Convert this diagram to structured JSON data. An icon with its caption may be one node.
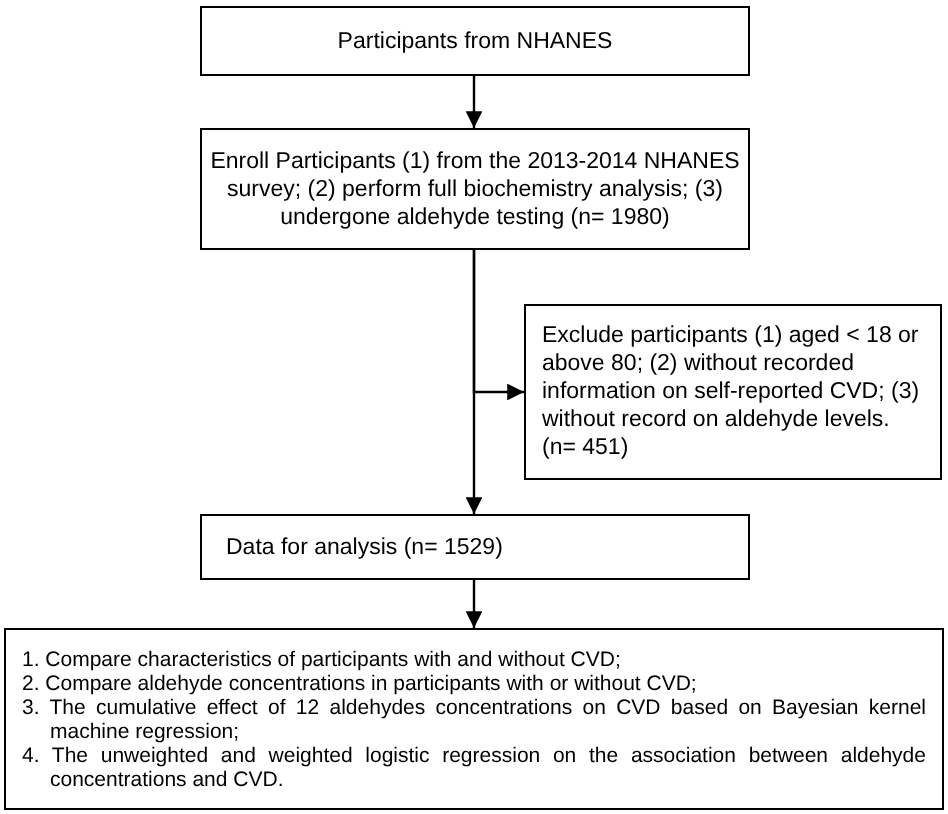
{
  "diagram": {
    "nodes": [
      {
        "text": [
          "Participants from NHANES"
        ]
      },
      {
        "text": [
          "Enroll Participants (1) from the 2013-2014 NHANES survey; (2) perform full biochemistry analysis; (3) undergone aldehyde testing (n= 1980)"
        ]
      },
      {
        "text": [
          "Exclude participants (1) aged < 18 or above 80; (2) without recorded information on self-reported CVD; (3) without record on aldehyde levels. (n= 451)"
        ]
      },
      {
        "text": [
          "Data for analysis (n= 1529)"
        ]
      },
      {
        "text": [
          "1. Compare characteristics of participants with and without CVD;",
          "2. Compare aldehyde concentrations in participants with or without CVD;",
          "3. The cumulative effect of 12 aldehydes concentrations on CVD based on Bayesian kernel machine regression;",
          "4. The unweighted and weighted logistic regression on the association between aldehyde concentrations and CVD."
        ]
      }
    ],
    "edges": [
      {
        "from": 0,
        "to": 1,
        "arrow": "to"
      },
      {
        "from": 1,
        "to": 2,
        "arrow": "to"
      },
      {
        "from": 1,
        "to": 3,
        "arrow": "to"
      },
      {
        "from": 3,
        "to": 4,
        "arrow": "to"
      }
    ]
  }
}
